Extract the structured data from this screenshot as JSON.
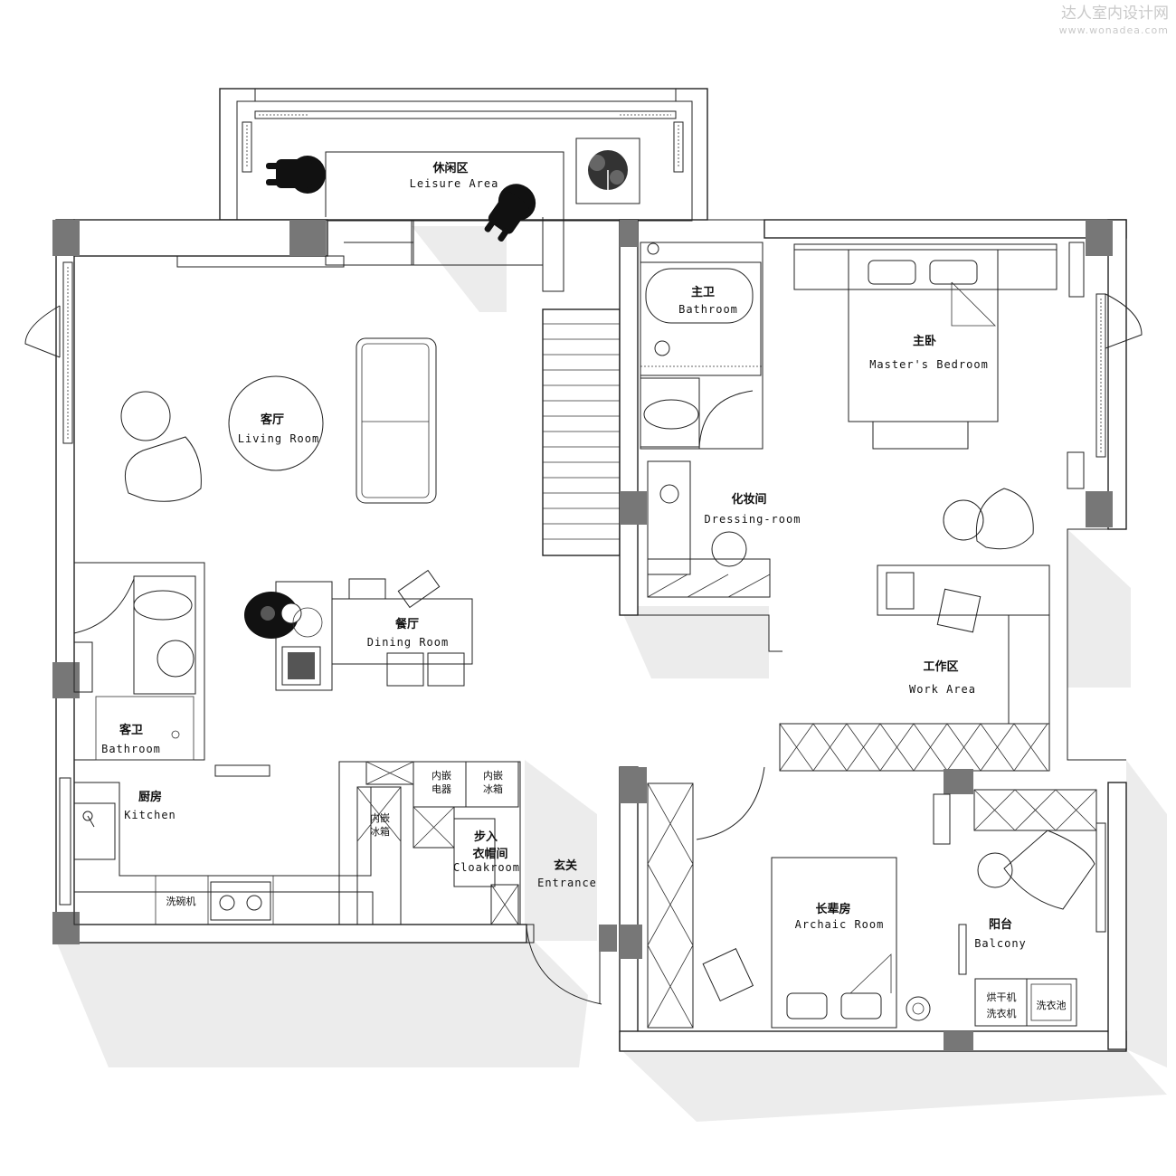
{
  "watermark": {
    "site_name": "达人室内设计网",
    "url": "www.wonadea.com"
  },
  "rooms": {
    "leisure": {
      "zh": "休闲区",
      "en": "Leisure Area"
    },
    "living": {
      "zh": "客厅",
      "en": "Living Room"
    },
    "master_bath": {
      "zh": "主卫",
      "en": "Bathroom"
    },
    "master_bed": {
      "zh": "主卧",
      "en": "Master's Bedroom"
    },
    "dressing": {
      "zh": "化妆间",
      "en": "Dressing-room"
    },
    "dining": {
      "zh": "餐厅",
      "en": "Dining Room"
    },
    "work": {
      "zh": "工作区",
      "en": "Work Area"
    },
    "guest_bath": {
      "zh": "客卫",
      "en": "Bathroom"
    },
    "kitchen": {
      "zh": "厨房",
      "en": "Kitchen"
    },
    "cloak": {
      "zh_line1": "步入",
      "zh_line2": "衣帽间",
      "en": "Cloakroom"
    },
    "entrance": {
      "zh": "玄关",
      "en": "Entrance"
    },
    "archaic": {
      "zh": "长辈房",
      "en": "Archaic Room"
    },
    "balcony": {
      "zh": "阳台",
      "en": "Balcony"
    }
  },
  "fixtures": {
    "appliance_line1": "内嵌",
    "appliance_line2": "电器",
    "fridge1_line1": "内嵌",
    "fridge1_line2": "冰箱",
    "fridge2_line1": "内嵌",
    "fridge2_line2": "冰箱",
    "dishwasher": "洗碗机",
    "dryer": "烘干机",
    "washer": "洗衣机",
    "laundry_sink": "洗衣池"
  }
}
